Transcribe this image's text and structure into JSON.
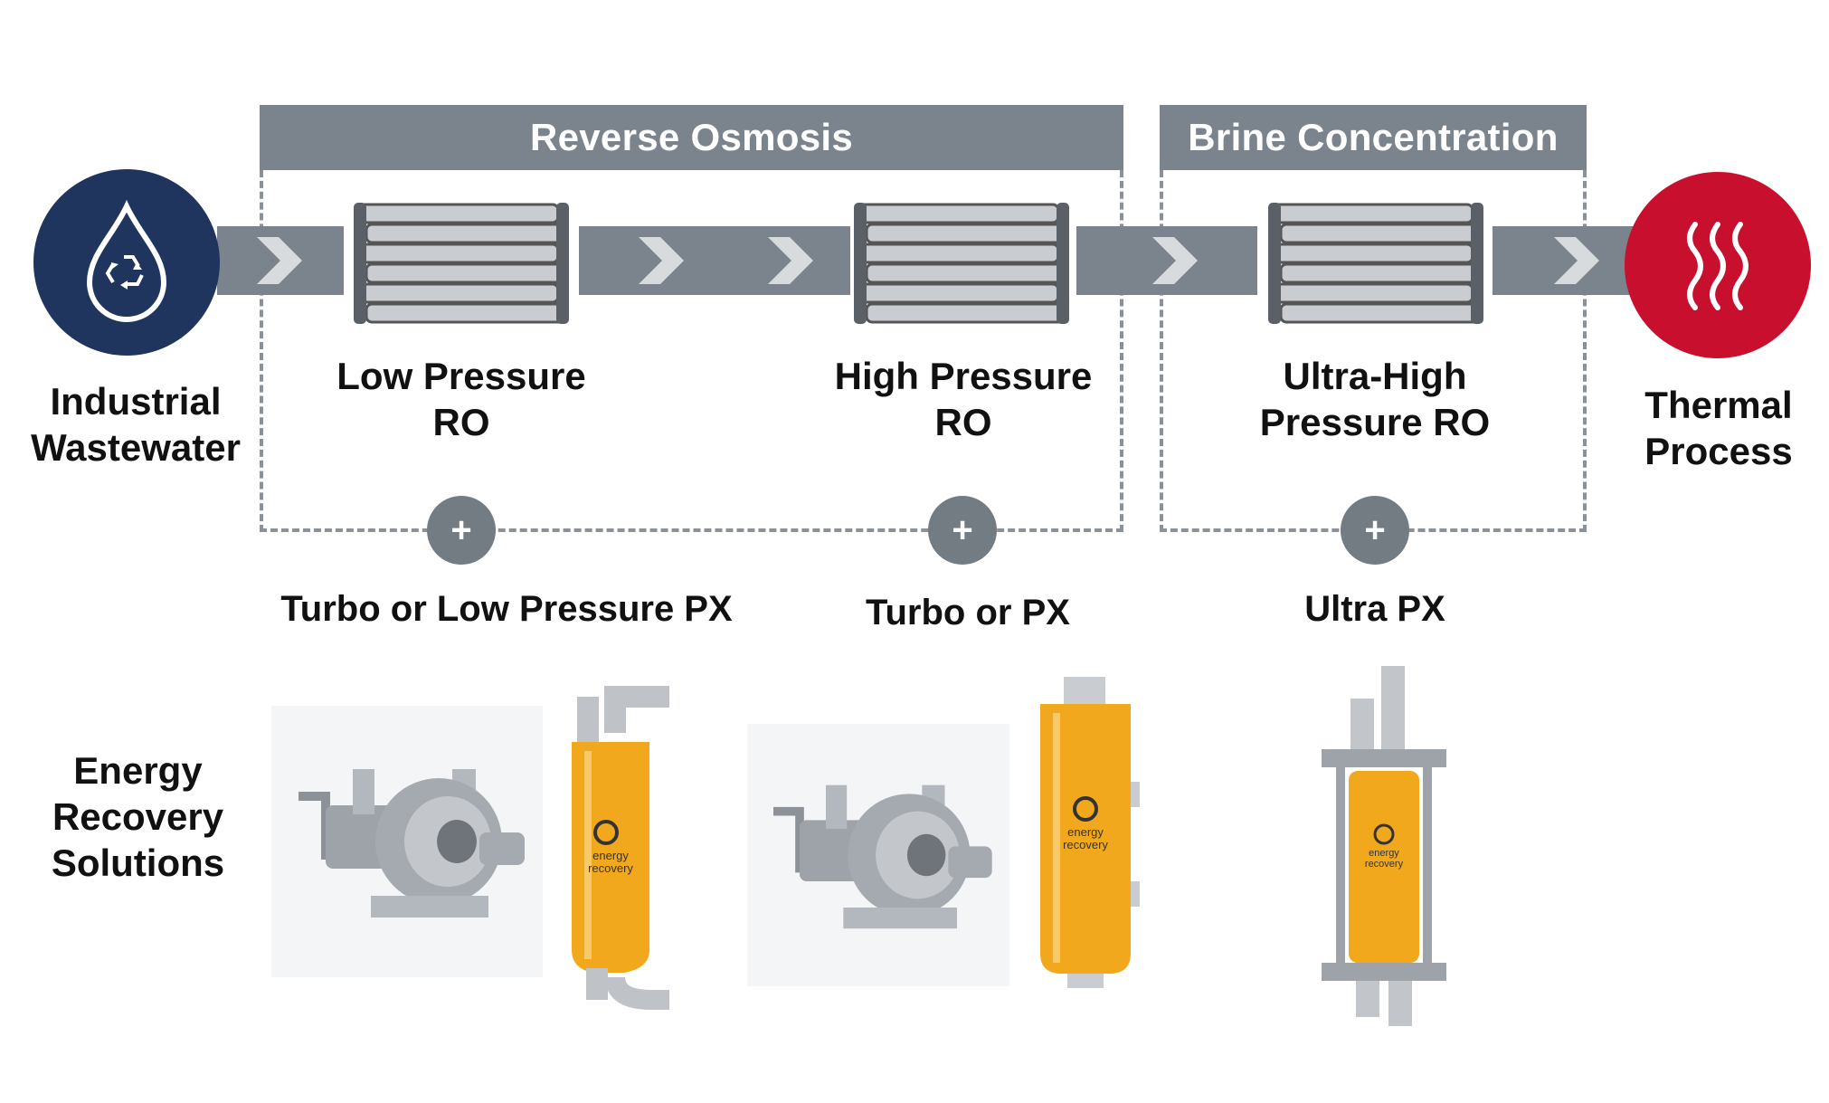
{
  "sections": {
    "reverse_osmosis": "Reverse Osmosis",
    "brine_concentration": "Brine Concentration"
  },
  "endpoints": {
    "source_line1": "Industrial",
    "source_line2": "Wastewater",
    "sink_line1": "Thermal",
    "sink_line2": "Process"
  },
  "stages": [
    {
      "line1": "Low Pressure",
      "line2": "RO",
      "solution": "Turbo or Low Pressure PX"
    },
    {
      "line1": "High Pressure",
      "line2": "RO",
      "solution": "Turbo or PX"
    },
    {
      "line1": "Ultra-High",
      "line2": "Pressure RO",
      "solution": "Ultra PX"
    }
  ],
  "plus_symbol": "+",
  "row_label": {
    "line1": "Energy",
    "line2": "Recovery",
    "line3": "Solutions"
  },
  "product_logo": {
    "line1": "energy",
    "line2": "recovery"
  },
  "colors": {
    "header_gray": "#7b848c",
    "navy": "#1f355e",
    "red": "#c8102e",
    "px_orange": "#f2a81d"
  },
  "icons": {
    "source": "water-drop-recycle-icon",
    "sink": "heat-waves-icon"
  }
}
